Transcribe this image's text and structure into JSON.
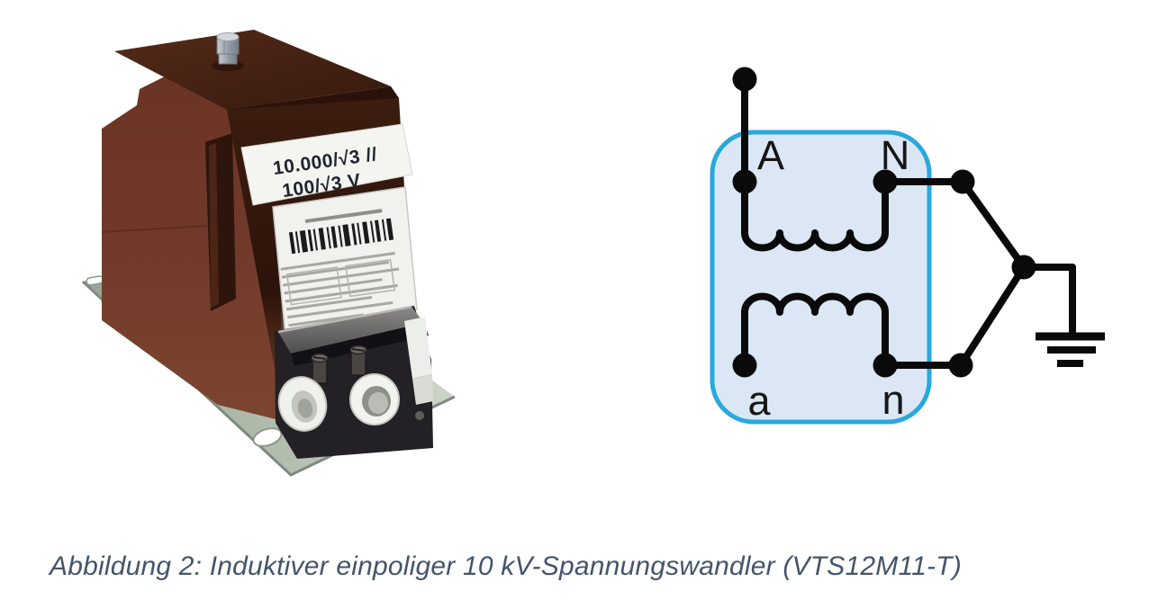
{
  "figure": {
    "caption": "Abbildung 2: Induktiver einpoliger 10 kV-Spannungswandler (VTS12M11-T)",
    "caption_color": "#44546A"
  },
  "photo": {
    "description": "Brown cast-resin single-pole voltage transformer mounted on a metal base plate, with rating label, barcode nameplate and terminal box with two white cable glands",
    "rating_label": {
      "line1": "10.000/√3 //",
      "line2": "100/√3 V"
    },
    "colors": {
      "body_left_face": "#6E3A27",
      "body_front_face": "#33180E",
      "body_top_face": "#46220F",
      "base_plate": "#AEB9AB",
      "cable_gland": "#F1F2EF"
    }
  },
  "diagram": {
    "primary_terminals": {
      "start": "A",
      "end": "N"
    },
    "secondary_terminals": {
      "start": "a",
      "end": "n"
    },
    "ground_symbol": "earth-ground",
    "colors": {
      "box_fill": "#DBE7F5",
      "box_border": "#29A8DC",
      "wire": "#0A0A0A"
    }
  }
}
